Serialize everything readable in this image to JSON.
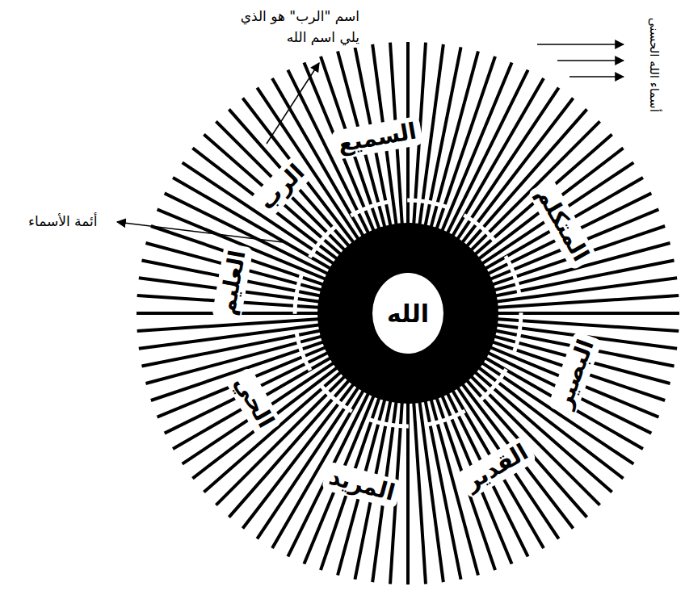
{
  "diagram": {
    "nodes": [
      {
        "text": [
          "الله"
        ]
      }
    ],
    "labels": [
      "اسم \"الرب\" هو الذي يلي اسم الله",
      "أئمة الأسماء",
      "أسماء الله الحسنى",
      "المتكلم",
      "الرب",
      "السميع",
      "العليم",
      "الحي",
      "المريد",
      "القدير",
      "البصير"
    ]
  }
}
